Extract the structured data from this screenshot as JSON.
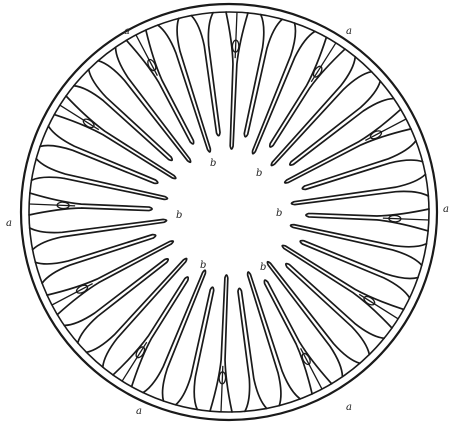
{
  "figure": {
    "description_kind": "radial-cell-diagram",
    "stroke_color": "#1a1a1a",
    "background": "#ffffff",
    "inner_clear_zone": true,
    "radial_arm_count": 36,
    "labels": [
      {
        "id": "outer-top-left",
        "text": "a"
      },
      {
        "id": "outer-top-right",
        "text": "a"
      },
      {
        "id": "outer-left",
        "text": "a"
      },
      {
        "id": "outer-right",
        "text": "a"
      },
      {
        "id": "outer-bottom-left",
        "text": "a"
      },
      {
        "id": "outer-bottom-right",
        "text": "a"
      },
      {
        "id": "inner-top-left",
        "text": "b"
      },
      {
        "id": "inner-top-right",
        "text": "b"
      },
      {
        "id": "inner-left",
        "text": "b"
      },
      {
        "id": "inner-right",
        "text": "b"
      },
      {
        "id": "inner-bottom-left",
        "text": "b"
      },
      {
        "id": "inner-bottom-right",
        "text": "b"
      }
    ]
  }
}
